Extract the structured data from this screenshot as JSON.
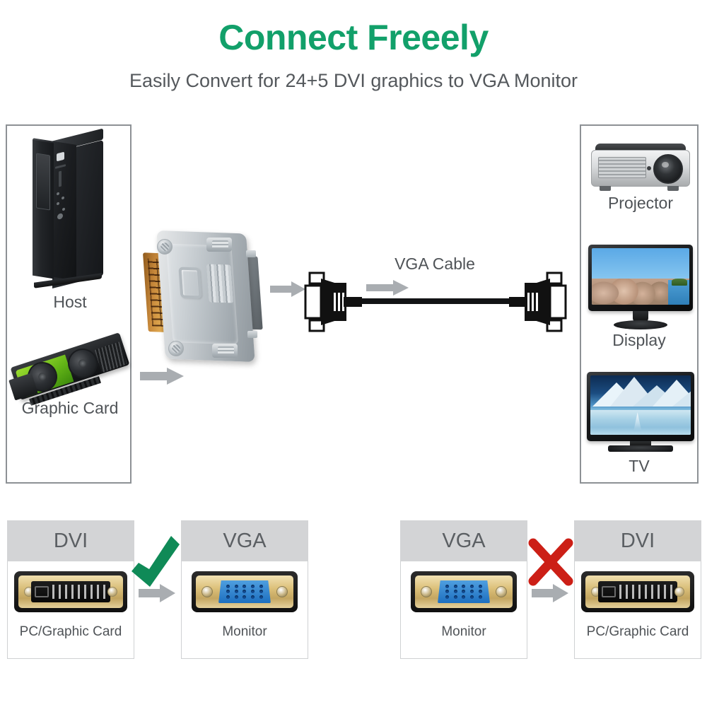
{
  "header": {
    "title": "Connect Freeely",
    "subtitle": "Easily Convert for 24+5 DVI graphics to VGA Monitor",
    "title_color": "#12a06a",
    "subtitle_color": "#54585c"
  },
  "source_panel": {
    "name": "source-devices-panel",
    "devices": [
      {
        "label": "Host",
        "icon": "desktop-pc-icon"
      },
      {
        "label": "Graphic Card",
        "icon": "graphics-card-icon"
      }
    ]
  },
  "output_panel": {
    "name": "output-devices-panel",
    "devices": [
      {
        "label": "Projector",
        "icon": "projector-icon"
      },
      {
        "label": "Display",
        "icon": "monitor-icon"
      },
      {
        "label": "TV",
        "icon": "tv-icon"
      }
    ]
  },
  "center": {
    "adapter_name": "dvi-to-vga-adapter",
    "cable_label": "VGA Cable",
    "arrow_color": "#a9adb1"
  },
  "comparison": {
    "valid": {
      "status_icon": "green-check-icon",
      "status_color": "#0f8a57",
      "from": {
        "header": "DVI",
        "caption": "PC/Graphic Card",
        "port": "dvi-port-icon"
      },
      "to": {
        "header": "VGA",
        "caption": "Monitor",
        "port": "vga-port-icon"
      }
    },
    "invalid": {
      "status_icon": "red-cross-icon",
      "status_color": "#cc1f16",
      "from": {
        "header": "VGA",
        "caption": "Monitor",
        "port": "vga-port-icon"
      },
      "to": {
        "header": "DVI",
        "caption": "PC/Graphic Card",
        "port": "dvi-port-icon"
      }
    },
    "header_bg": "#d3d4d6"
  }
}
